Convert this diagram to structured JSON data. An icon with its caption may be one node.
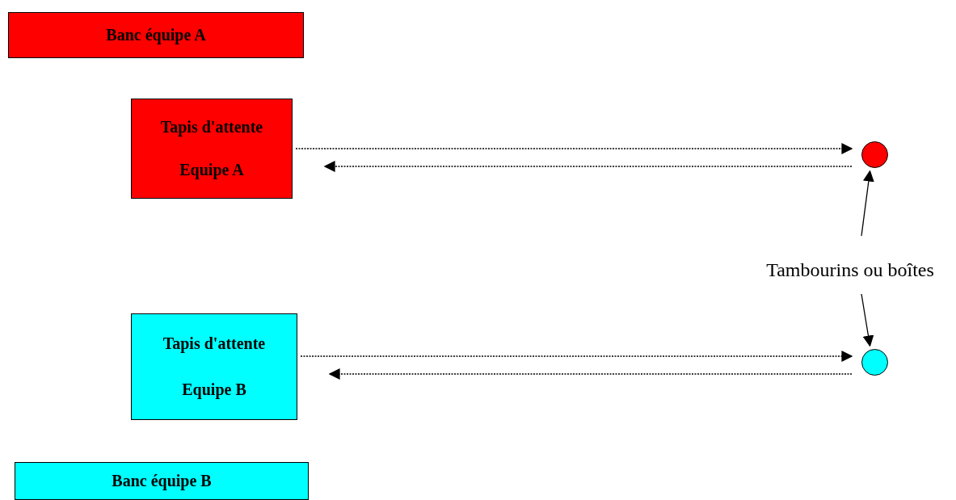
{
  "diagram": {
    "nodes": [
      {
        "text": [
          "Banc équipe A"
        ]
      },
      {
        "text": [
          "Tapis d'attente",
          "Equipe A"
        ]
      },
      {
        "text": [],
        "shape": "circle"
      },
      {
        "text": [
          "Tambourins ou boîtes"
        ]
      },
      {
        "text": [
          "Tapis d'attente",
          "Equipe B"
        ]
      },
      {
        "text": [],
        "shape": "circle"
      },
      {
        "text": [
          "Banc équipe B"
        ]
      }
    ],
    "edges": [
      {
        "from": 1,
        "to": 2,
        "arrow": "to",
        "style": "dashed"
      },
      {
        "from": 2,
        "to": 1,
        "arrow": "to",
        "style": "dashed"
      },
      {
        "from": 4,
        "to": 5,
        "arrow": "to",
        "style": "dashed"
      },
      {
        "from": 5,
        "to": 4,
        "arrow": "to",
        "style": "dashed"
      },
      {
        "from": 3,
        "to": 2,
        "arrow": "to"
      },
      {
        "from": 3,
        "to": 5,
        "arrow": "to"
      }
    ]
  }
}
